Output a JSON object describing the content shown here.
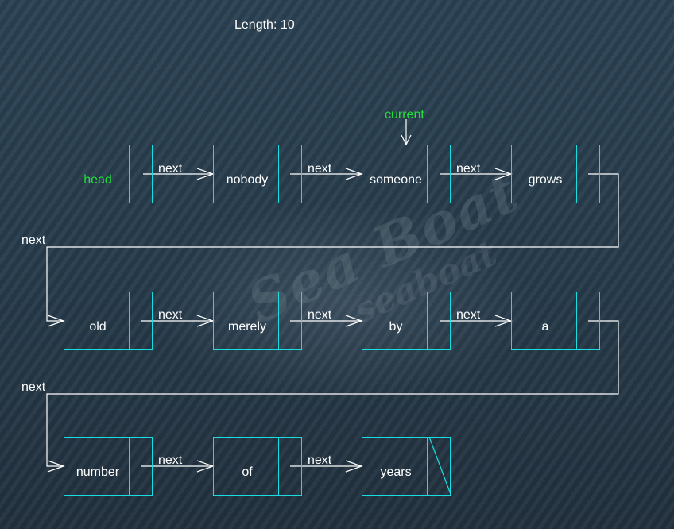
{
  "length": {
    "label": "Length:",
    "value": "10"
  },
  "pointer_label": "current",
  "link_label": "next",
  "nodes": [
    "head",
    "nobody",
    "someone",
    "grows",
    "old",
    "merely",
    "by",
    "a",
    "number",
    "of",
    "years"
  ],
  "colors": {
    "node_border": "#19dde0",
    "head_text": "#22e13a",
    "current_text": "#22e13a",
    "text": "#ffffff",
    "arrow": "#ffffff"
  }
}
